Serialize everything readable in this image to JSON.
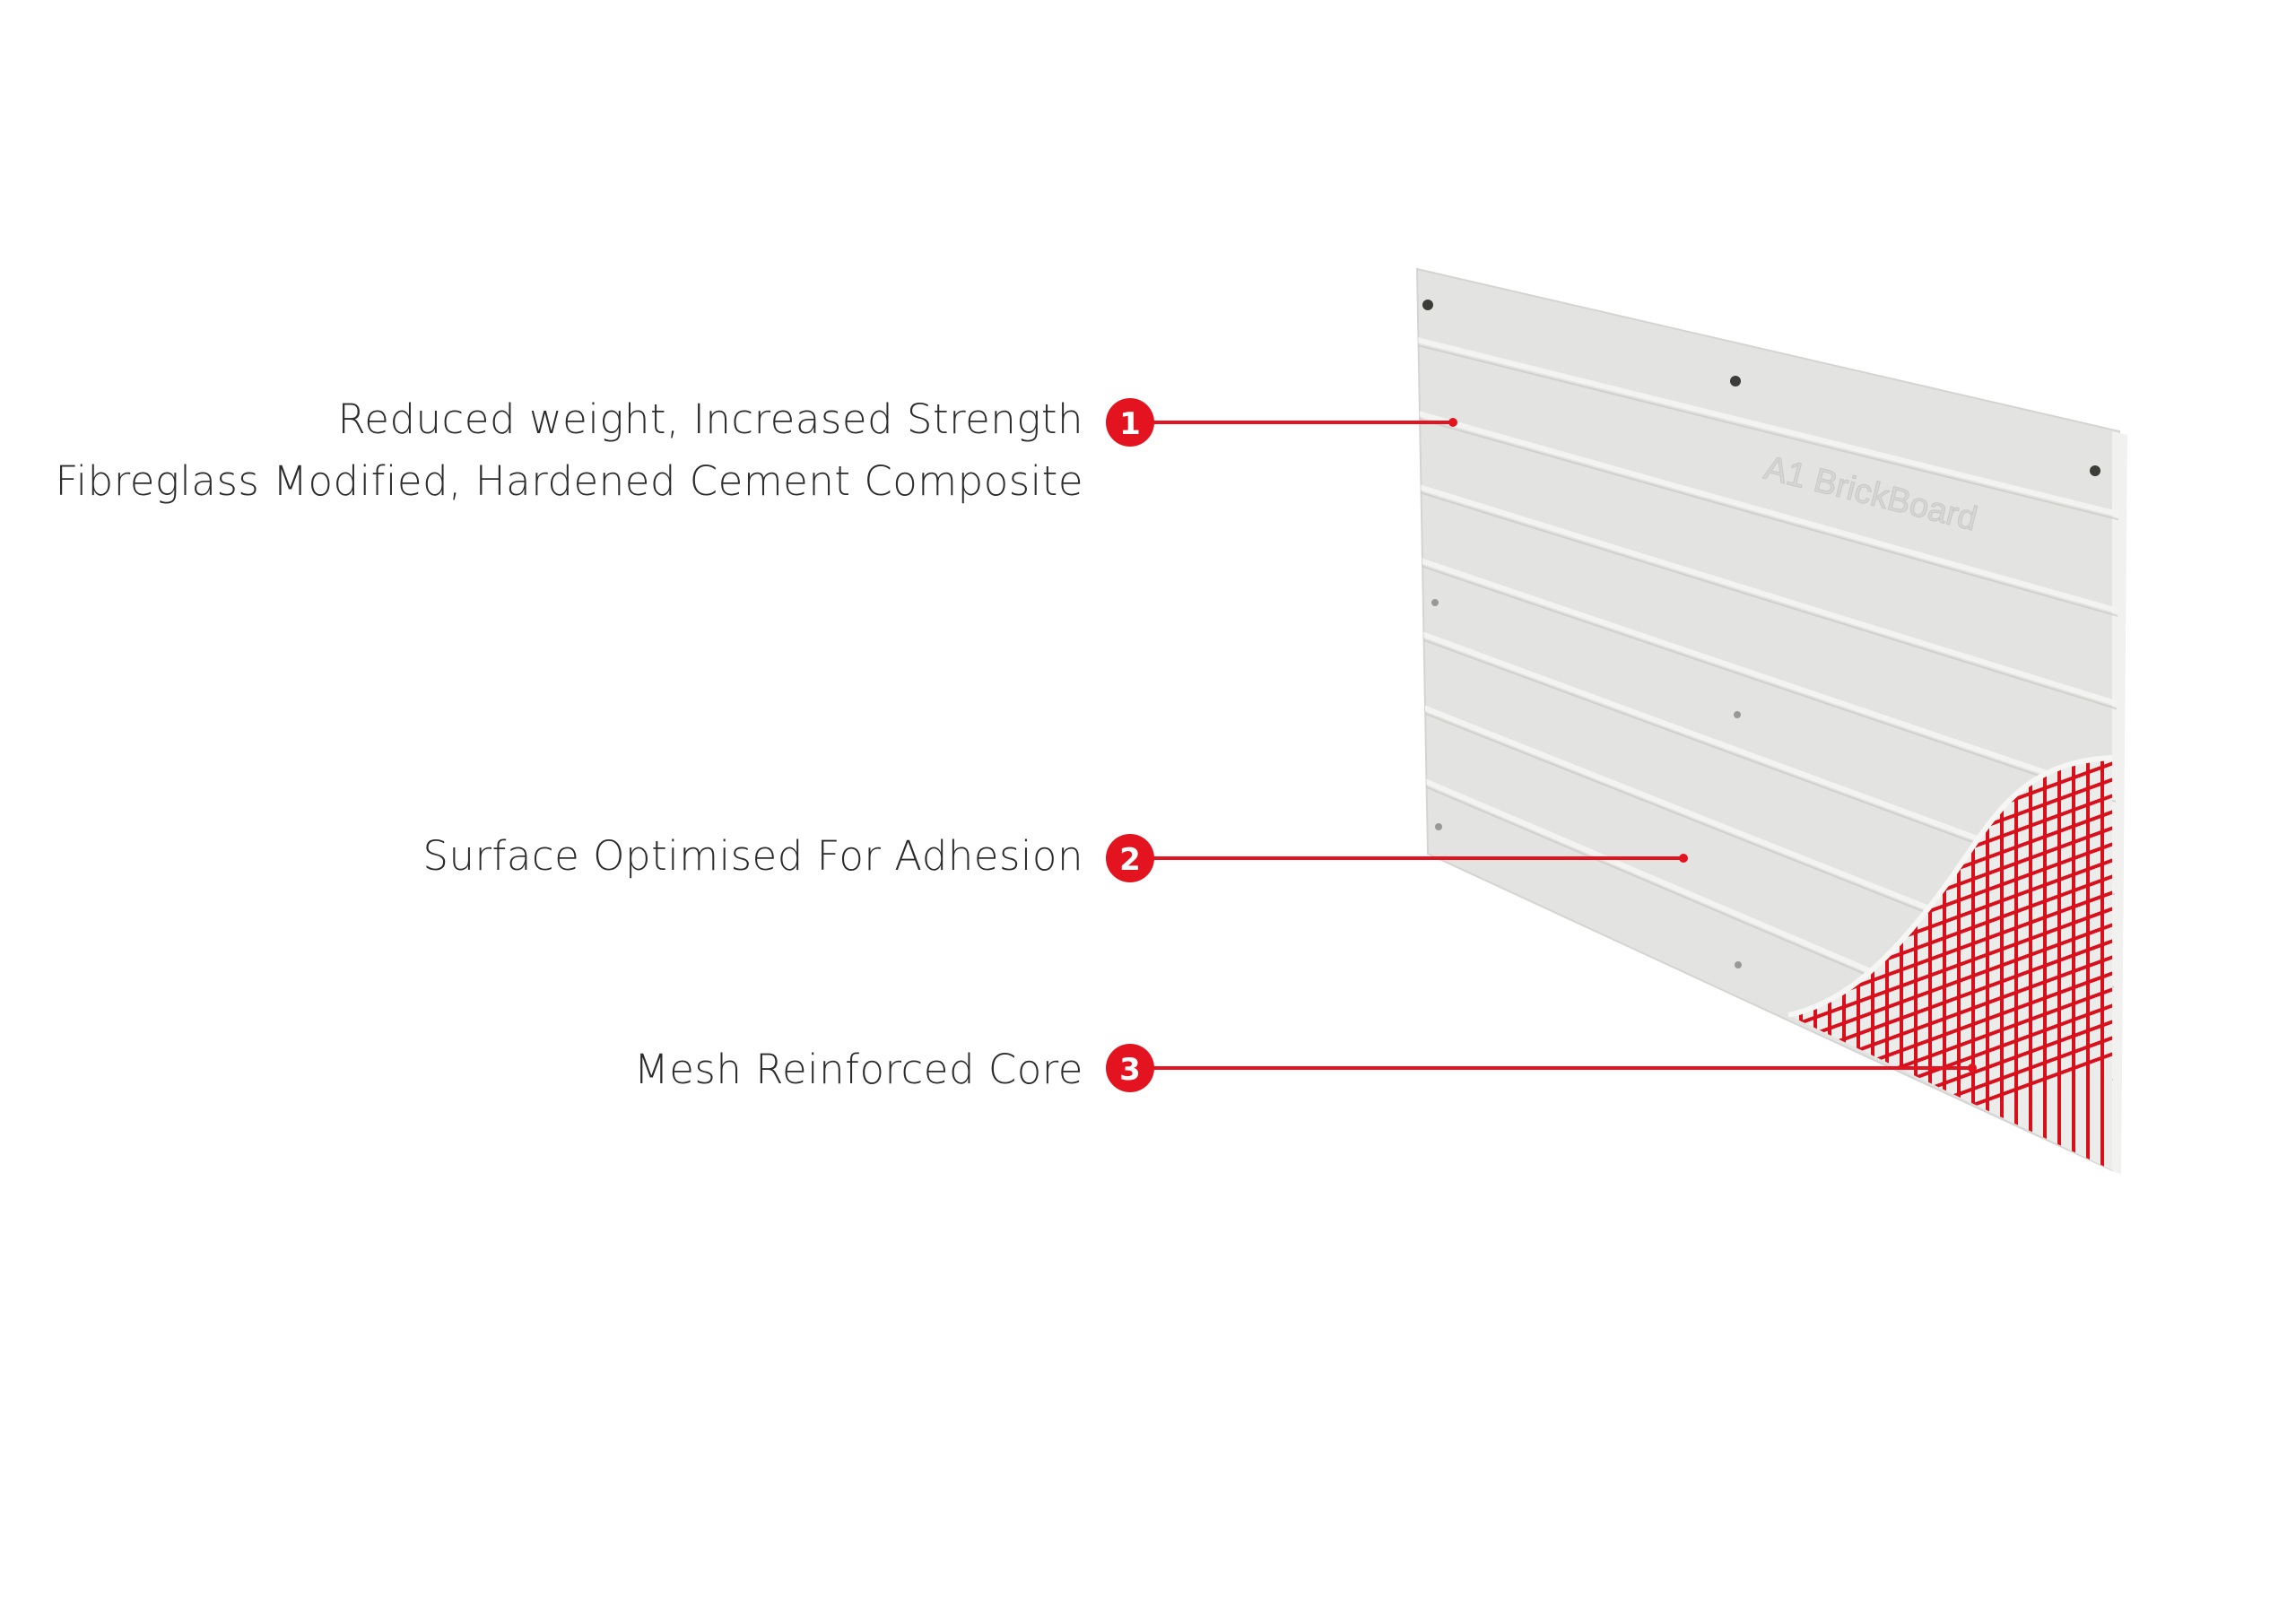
{
  "callouts": [
    {
      "number": "1",
      "lines": [
        "Reduced weight, Increased Strength",
        "Fibreglass Modified, Hardened Cement Composite"
      ]
    },
    {
      "number": "2",
      "lines": [
        "Surface Optimised For Adhesion"
      ]
    },
    {
      "number": "3",
      "lines": [
        "Mesh Reinforced Core"
      ]
    }
  ],
  "product": {
    "logo_text": "A1 BrickBoard"
  },
  "colors": {
    "accent": "#e3141f",
    "text": "#2b2b2b",
    "board": "#e4e4e2",
    "mesh": "#d8101c"
  }
}
